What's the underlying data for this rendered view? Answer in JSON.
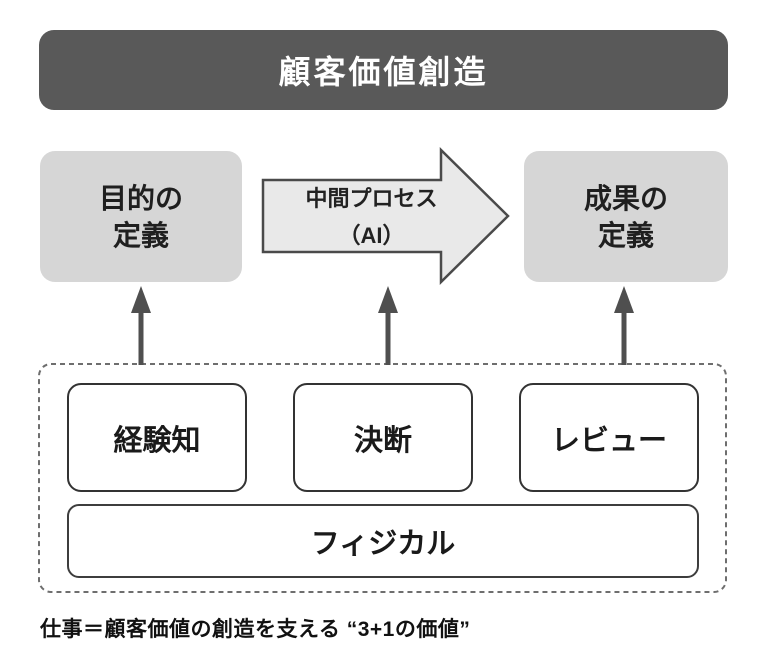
{
  "diagram": {
    "title": "顧客価値創造",
    "flow": {
      "purpose_box": {
        "line1": "目的の",
        "line2": "定義"
      },
      "process_arrow": {
        "line1": "中間プロセス",
        "line2": "（AI）"
      },
      "outcome_box": {
        "line1": "成果の",
        "line2": "定義"
      }
    },
    "foundation": {
      "items": [
        "経験知",
        "決断",
        "レビュー"
      ],
      "base": "フィジカル"
    },
    "caption": "仕事＝顧客価値の創造を支える “3+1の価値”",
    "colors": {
      "title_bg": "#595959",
      "title_text": "#ffffff",
      "stage_box_bg": "#d6d6d6",
      "process_arrow_fill": "#e9e9e9",
      "process_arrow_border": "#4a4a4a",
      "up_arrow": "#4f4f4f",
      "value_box_border": "#333333",
      "dashed_border": "#6e6e6e",
      "text": "#1a1a1a"
    }
  }
}
